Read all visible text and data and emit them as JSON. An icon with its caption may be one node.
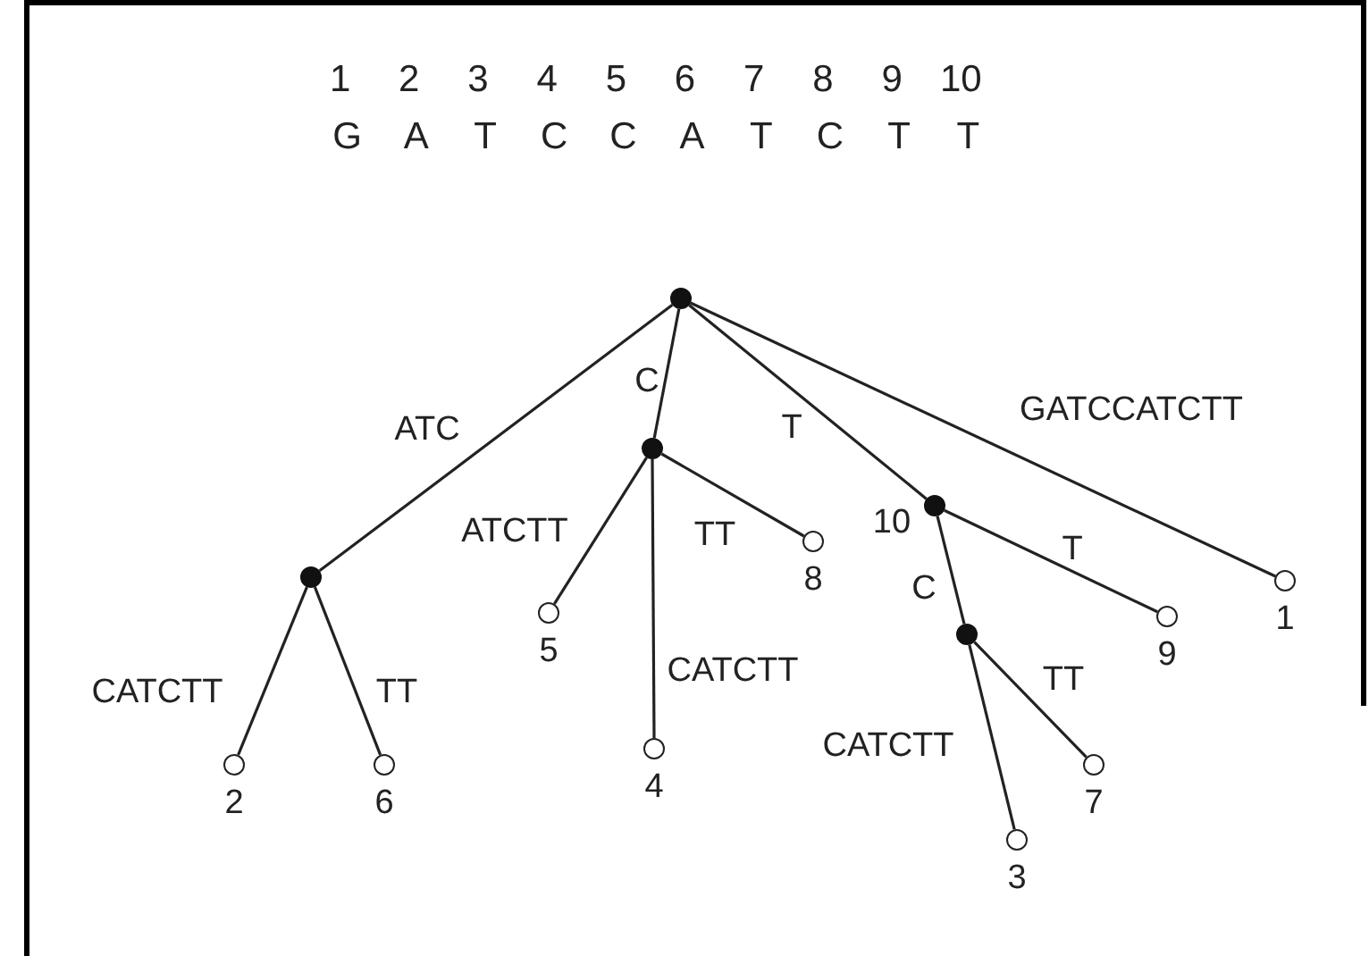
{
  "diagram": {
    "nodes": [
      {
        "text": [],
        "shape": "dot"
      },
      {
        "text": [],
        "shape": "dot"
      },
      {
        "text": [],
        "shape": "dot"
      },
      {
        "text": [],
        "shape": "dot",
        "beside": [
          "10"
        ]
      },
      {
        "text": [],
        "shape": "dot"
      },
      {
        "text": [],
        "shape": "circle",
        "beside": [
          "2"
        ]
      },
      {
        "text": [],
        "shape": "circle",
        "beside": [
          "6"
        ]
      },
      {
        "text": [],
        "shape": "circle",
        "beside": [
          "5"
        ]
      },
      {
        "text": [],
        "shape": "circle",
        "beside": [
          "4"
        ]
      },
      {
        "text": [],
        "shape": "circle",
        "beside": [
          "8"
        ]
      },
      {
        "text": [],
        "shape": "circle",
        "beside": [
          "9"
        ]
      },
      {
        "text": [],
        "shape": "circle",
        "beside": [
          "1"
        ]
      },
      {
        "text": [],
        "shape": "circle",
        "beside": [
          "7"
        ]
      },
      {
        "text": [],
        "shape": "circle",
        "beside": [
          "3"
        ]
      }
    ],
    "edges": [
      {
        "from": 0,
        "to": 1,
        "arrow": "none",
        "label": "ATC"
      },
      {
        "from": 0,
        "to": 2,
        "arrow": "none",
        "label": "C"
      },
      {
        "from": 0,
        "to": 3,
        "arrow": "none",
        "label": "T"
      },
      {
        "from": 0,
        "to": 11,
        "arrow": "none",
        "label": "GATCCATCTT"
      },
      {
        "from": 1,
        "to": 5,
        "arrow": "none",
        "label": "CATCTT"
      },
      {
        "from": 1,
        "to": 6,
        "arrow": "none",
        "label": "TT"
      },
      {
        "from": 2,
        "to": 7,
        "arrow": "none",
        "label": "ATCTT"
      },
      {
        "from": 2,
        "to": 8,
        "arrow": "none",
        "label": "CATCTT"
      },
      {
        "from": 2,
        "to": 9,
        "arrow": "none",
        "label": "TT"
      },
      {
        "from": 3,
        "to": 4,
        "arrow": "none",
        "label": "C"
      },
      {
        "from": 3,
        "to": 10,
        "arrow": "none",
        "label": "T"
      },
      {
        "from": 4,
        "to": 13,
        "arrow": "none",
        "label": "CATCTT"
      },
      {
        "from": 4,
        "to": 12,
        "arrow": "none",
        "label": "TT"
      }
    ],
    "labels": [
      "1 2 3 4 5 6 7 8 9 10",
      "G A T C C A T C T T"
    ]
  }
}
